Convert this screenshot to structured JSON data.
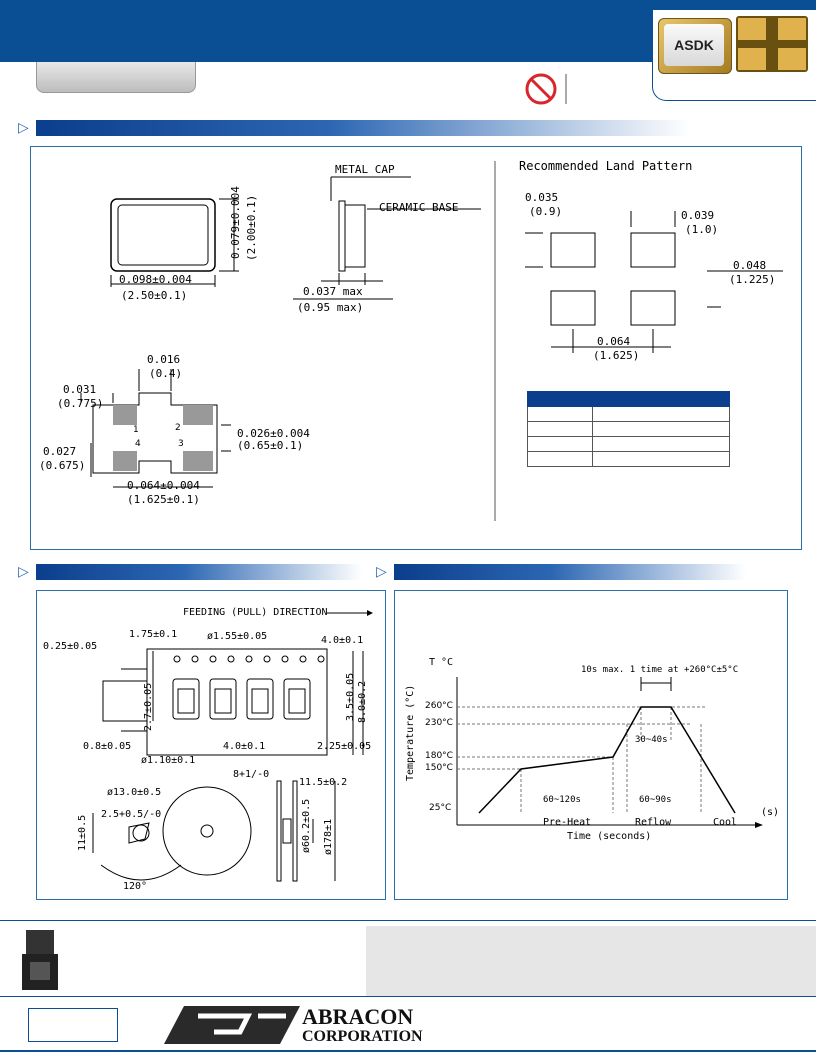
{
  "brand": {
    "chip_label": "ASDK",
    "company_line1": "ABRACON",
    "company_line2": "CORPORATION"
  },
  "dimensions": {
    "metal_cap": "METAL CAP",
    "ceramic_base": "CERAMIC BASE",
    "height_in": "0.079±0.004",
    "height_mm": "(2.00±0.1)",
    "width_in": "0.098±0.004",
    "width_mm": "(2.50±0.1)",
    "thick_in": "0.037 max",
    "thick_mm": "(0.95 max)",
    "pad_top_in": "0.016",
    "pad_top_mm": "(0.4)",
    "pad_left_in": "0.031",
    "pad_left_mm": "(0.775)",
    "pad_h_in": "0.027",
    "pad_h_mm": "(0.675)",
    "pad_gap_in": "0.026±0.004",
    "pad_gap_mm": "(0.65±0.1)",
    "pad_span_in": "0.064±0.004",
    "pad_span_mm": "(1.625±0.1)",
    "pins": [
      "1",
      "2",
      "3",
      "4"
    ]
  },
  "land": {
    "title": "Recommended Land Pattern",
    "a_in": "0.035",
    "a_mm": "(0.9)",
    "b_in": "0.039",
    "b_mm": "(1.0)",
    "c_in": "0.048",
    "c_mm": "(1.225)",
    "d_in": "0.064",
    "d_mm": "(1.625)"
  },
  "tape": {
    "direction": "FEEDING (PULL) DIRECTION",
    "d1": "0.25±0.05",
    "d2": "1.75±0.1",
    "d3": "ø1.55±0.05",
    "d4": "4.0±0.1",
    "d5": "3.5±0.05",
    "d6": "8.0±0.2",
    "d7": "2.7±0.05",
    "d8": "0.8±0.05",
    "d9": "ø1.10±0.1",
    "d10": "4.0±0.1",
    "d11": "2.25±0.05",
    "r1": "ø13.0±0.5",
    "r2": "2.5+0.5/-0",
    "r3": "11±0.5",
    "r4": "120°",
    "r5": "8+1/-0",
    "r6": "11.5±0.2",
    "r7": "ø60.2±0.5",
    "r8": "ø178±1"
  },
  "reflow": {
    "y_unit": "T °C",
    "ylabel": "Temperature (°C)",
    "xlabel": "Time (seconds)",
    "x_unit": "(s)",
    "note": "10s max. 1 time at +260°C±5°C",
    "ticks": [
      "260°C",
      "230°C",
      "180°C",
      "150°C",
      "25°C"
    ],
    "span_reflow_top": "30~40s",
    "span_preheat": "60~120s",
    "span_reflow": "60~90s",
    "phases": [
      "Pre-Heat",
      "Reflow",
      "Cool"
    ]
  }
}
